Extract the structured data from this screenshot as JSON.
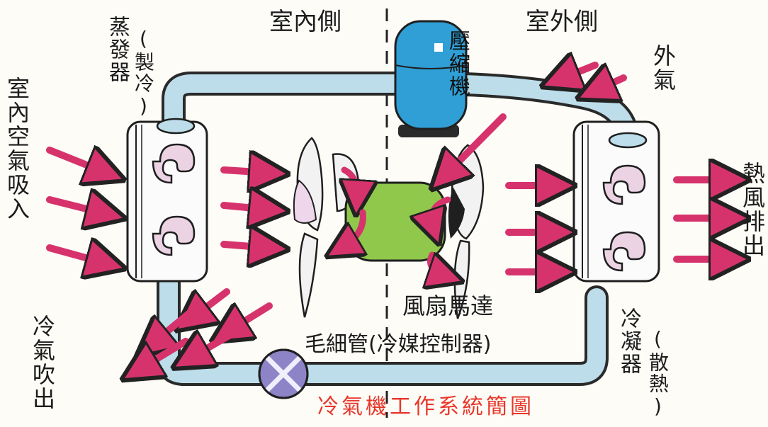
{
  "labels": {
    "indoor_side": "室內側",
    "outdoor_side": "室外側",
    "evaporator": "蒸發器",
    "evaporator_note": "(製冷)",
    "compressor": "壓縮機",
    "outside_air": "外氣",
    "indoor_air_intake": "室內空氣吸入",
    "hot_air_exhaust": "熱風排出",
    "fan_motor": "風扇馬達",
    "capillary": "毛細管(冷媒控制器)",
    "condenser": "冷凝器",
    "condenser_note": "(散熱)",
    "cold_air_out": "冷氣吹出",
    "caption": "冷氣機工作系統簡圖"
  },
  "colors": {
    "arrow": "#d6336c",
    "pipe": "#bcdde9",
    "pipe_stroke": "#2a2a2a",
    "compressor": "#2f9fd6",
    "motor": "#8fc84b",
    "valve": "#8c84c7",
    "caption": "#e8362a",
    "coil_tint": "#ecd3e3"
  },
  "icons": [
    "compressor-icon",
    "fan-icon",
    "evaporator-coil-icon",
    "condenser-coil-icon",
    "expansion-valve-icon",
    "arrow-icon"
  ]
}
